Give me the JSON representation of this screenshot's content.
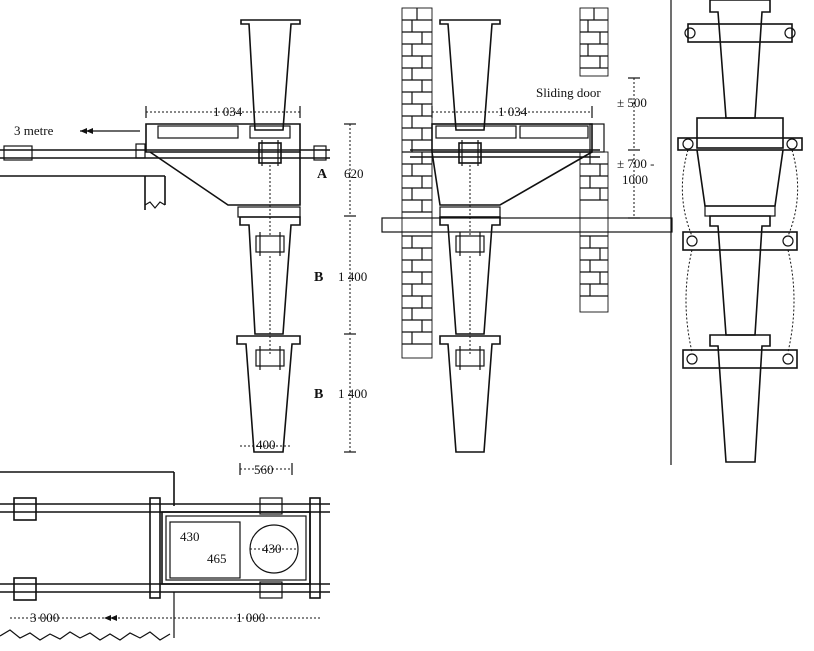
{
  "left_view": {
    "dim_top": "1 034",
    "arrow_text": "3 metre",
    "section_a": "A",
    "section_b1": "B",
    "section_b2": "B",
    "dim_a": "620",
    "dim_b1": "1 400",
    "dim_b2": "1 400",
    "dim_bottom_inner": "400",
    "dim_bottom_outer": "560"
  },
  "middle_view": {
    "dim_top": "1 034",
    "door_label": "Sliding door",
    "dim_upper": "± 500",
    "dim_lower": "± 700 -",
    "dim_lower2": "1000"
  },
  "plan_view": {
    "dim_square": "430",
    "dim_square_h": "465",
    "dim_circle": "430",
    "dim_left": "3 000",
    "dim_right": "1 000"
  }
}
